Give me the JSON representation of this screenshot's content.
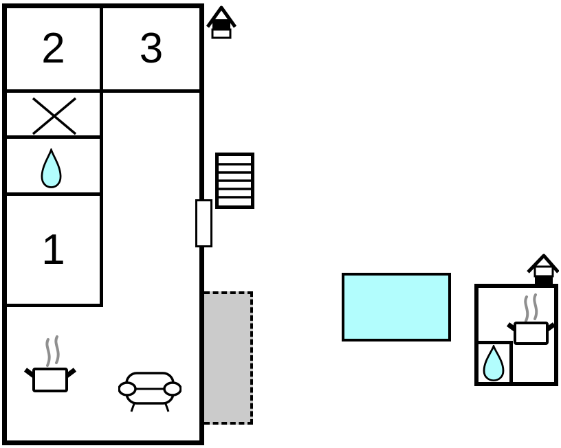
{
  "diagram": {
    "type": "floor-plan",
    "rooms": [
      {
        "id": "bedroom-2",
        "label": "2"
      },
      {
        "id": "bedroom-3",
        "label": "3"
      },
      {
        "id": "bedroom-1",
        "label": "1"
      }
    ],
    "icons": [
      {
        "name": "entrance-house-icon",
        "location": "main-building-top"
      },
      {
        "name": "closet-cross-icon",
        "location": "main-building-left-column"
      },
      {
        "name": "water-drop-icon",
        "location": "main-building-bathroom"
      },
      {
        "name": "stairs-icon",
        "location": "outside-right-wall"
      },
      {
        "name": "door-window",
        "location": "main-building-right-wall"
      },
      {
        "name": "terrace-area",
        "location": "outside-right-wall"
      },
      {
        "name": "cooking-pot-icon",
        "location": "main-building-kitchen"
      },
      {
        "name": "sofa-icon",
        "location": "main-building-living-room"
      },
      {
        "name": "pool-area",
        "location": "yard"
      },
      {
        "name": "cooking-pot-icon",
        "location": "annex-kitchen"
      },
      {
        "name": "water-drop-icon",
        "location": "annex-bathroom"
      },
      {
        "name": "entrance-house-icon",
        "location": "annex-top"
      }
    ]
  },
  "colors": {
    "wall": "#000000",
    "water": "#b2fdfd",
    "terrace": "#cbcbcb",
    "steam": "#8f8f8f",
    "background": "#ffffff"
  }
}
